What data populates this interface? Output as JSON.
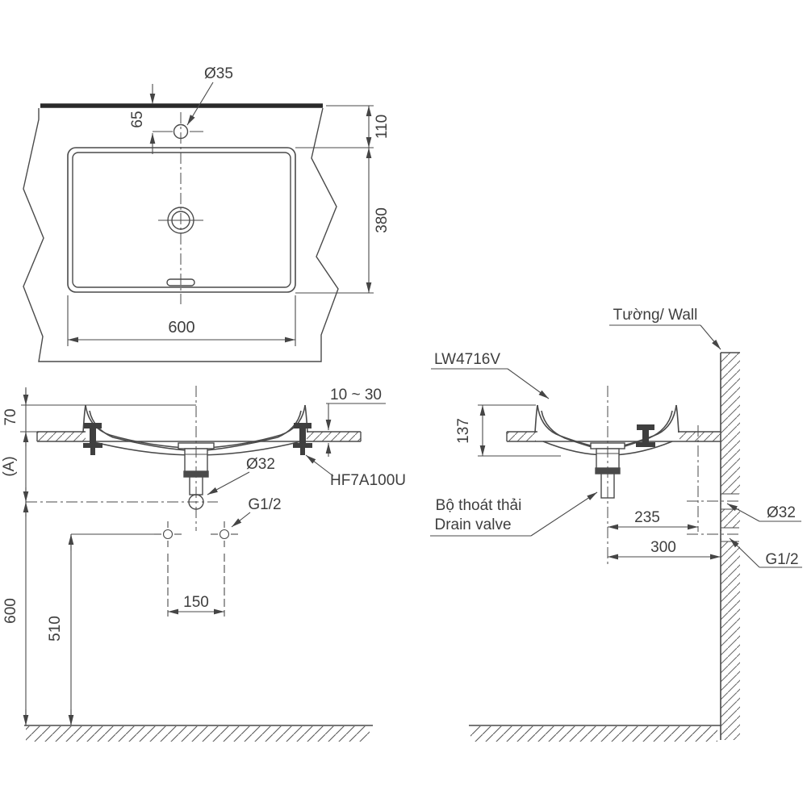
{
  "labels": {
    "product_code": "LW4716V",
    "bracket_code": "HF7A100U",
    "wall": "Tường/ Wall",
    "drain_valve_vi": "Bộ thoát thải",
    "drain_valve_en": "Drain valve"
  },
  "top_view": {
    "faucet_hole_dia": "Ø35",
    "hole_to_wall": "65",
    "wall_to_basin": "110",
    "basin_depth": "380",
    "basin_width": "600"
  },
  "front_view": {
    "rim_above_counter": "70",
    "ref_dim": "(A)",
    "counter_thickness": "10 ~ 30",
    "drain_outlet_dia": "Ø32",
    "supply_thread": "G1/2",
    "supply_spacing": "150",
    "supply_height": "510",
    "drain_height": "600"
  },
  "side_view": {
    "basin_height": "137",
    "drain_offset": "235",
    "drain_to_wall": "300",
    "wall_drain_dia": "Ø32",
    "wall_supply_thread": "G1/2"
  },
  "colors": {
    "line": "#4a4a4a",
    "thick_line": "#2a2a2a",
    "text": "#3e3e3e",
    "background": "#ffffff"
  }
}
